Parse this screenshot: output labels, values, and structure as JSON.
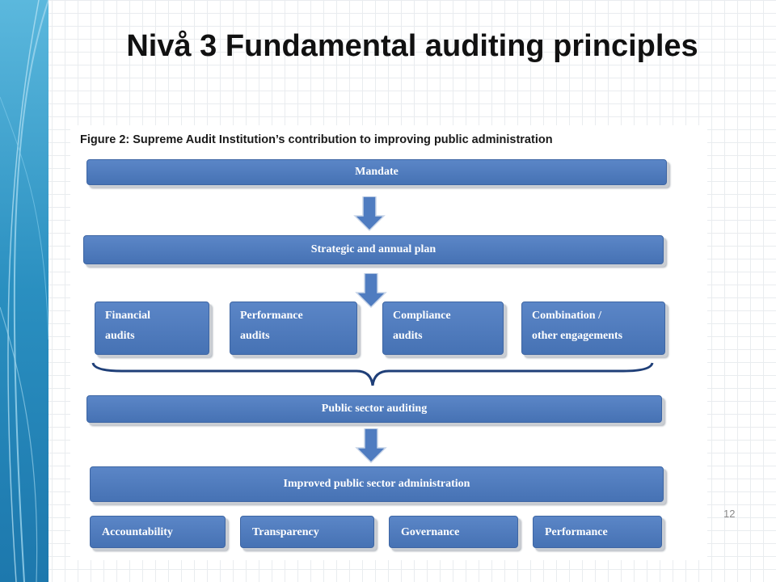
{
  "slide": {
    "title": "Nivå 3 Fundamental auditing principles",
    "page_number": "12"
  },
  "figure": {
    "caption": "Figure 2: Supreme Audit Institution’s contribution to improving public administration",
    "mandate": "Mandate",
    "plan": "Strategic and annual plan",
    "audit_types": [
      {
        "line1": "Financial",
        "line2": "audits"
      },
      {
        "line1": "Performance",
        "line2": "audits"
      },
      {
        "line1": "Compliance",
        "line2": "audits"
      },
      {
        "line1": "Combination /",
        "line2": "other engagements"
      }
    ],
    "public_sector_auditing": "Public sector auditing",
    "improved_administration": "Improved public sector administration",
    "outcomes": [
      "Accountability",
      "Transparency",
      "Governance",
      "Performance"
    ]
  },
  "colors": {
    "box_fill": "#4f7cc0",
    "box_border": "#3d65a3",
    "left_band": "#2a8fc0"
  }
}
